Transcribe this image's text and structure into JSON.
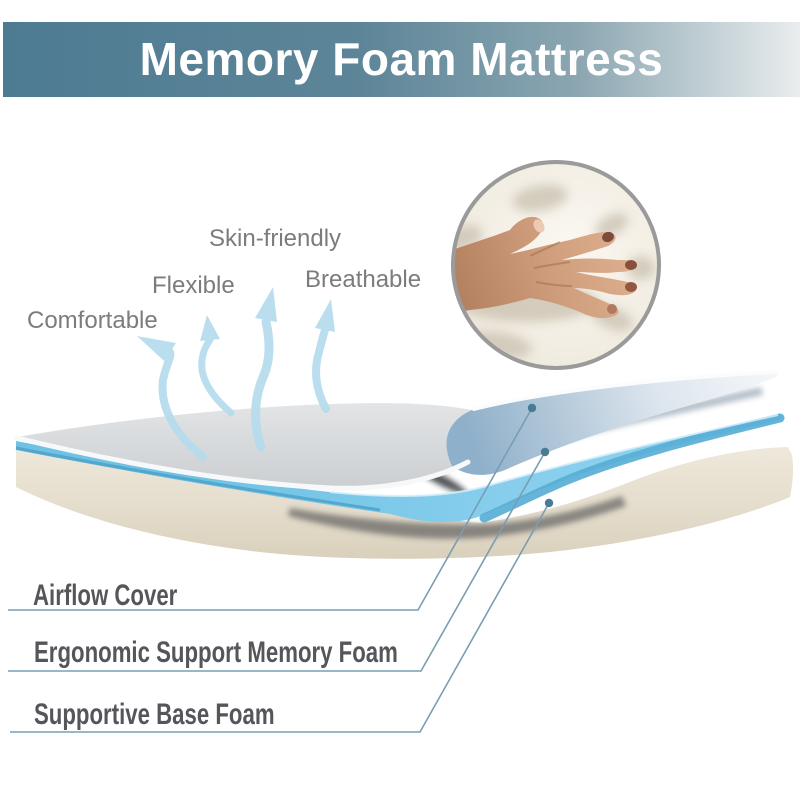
{
  "header": {
    "title": "Memory Foam Mattress"
  },
  "features": [
    {
      "label": "Comfortable"
    },
    {
      "label": "Flexible"
    },
    {
      "label": "Skin-friendly"
    },
    {
      "label": "Breathable"
    }
  ],
  "layers": [
    {
      "label": "Airflow Cover"
    },
    {
      "label": "Ergonomic Support Memory Foam"
    },
    {
      "label": "Supportive Base Foam"
    }
  ],
  "images": {
    "inset": "hand-pressing-memory-foam-photo"
  },
  "colors": {
    "banner_start": "#4d7b92",
    "banner_end": "#e9edee",
    "feature_text": "#7b7c7e",
    "label_text": "#54565a",
    "arrow_blue": "#b6dcee",
    "layer_blue": "#7fcbe9",
    "base_cream": "#e8e1d1",
    "callout_line": "#7a9db2",
    "callout_dot": "#497b94"
  }
}
